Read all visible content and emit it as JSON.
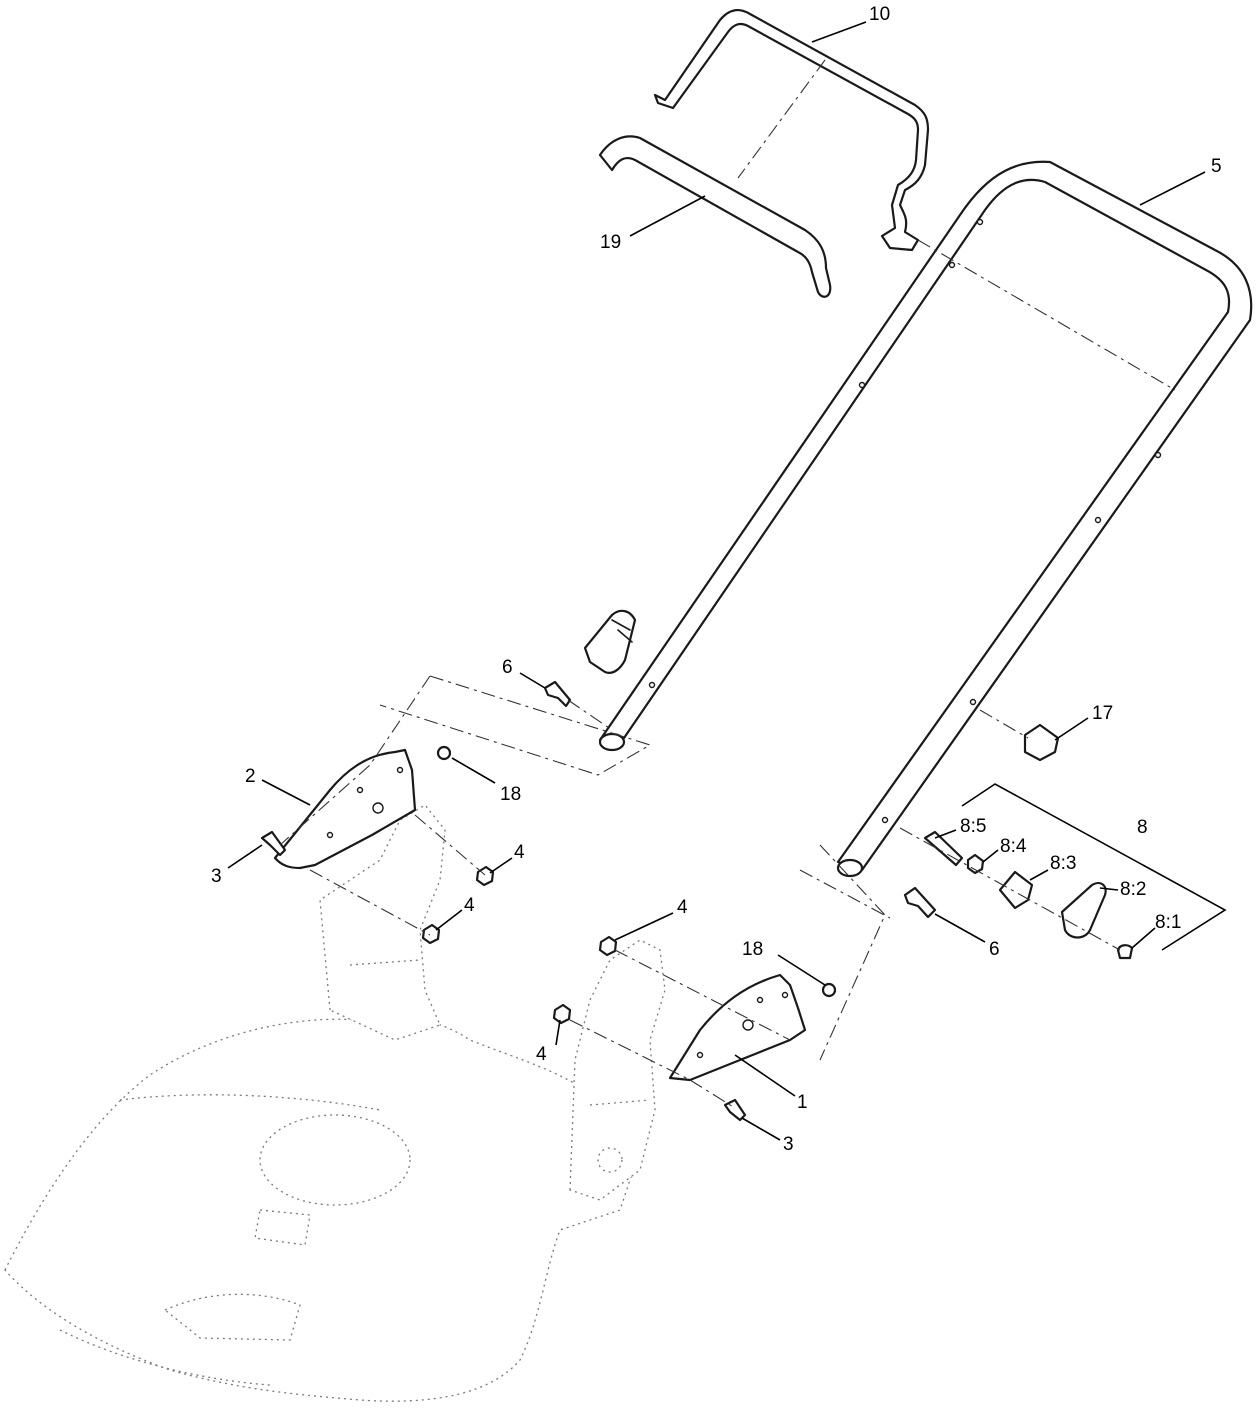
{
  "callouts": {
    "c10": "10",
    "c19": "19",
    "c5": "5",
    "c6_upper": "6",
    "c2": "2",
    "c18_upper": "18",
    "c3_left": "3",
    "c4_a": "4",
    "c4_b": "4",
    "c17": "17",
    "c8": "8",
    "c8_5": "8:5",
    "c8_4": "8:4",
    "c8_3": "8:3",
    "c8_2": "8:2",
    "c8_1": "8:1",
    "c6_lower": "6",
    "c4_c": "4",
    "c18_lower": "18",
    "c4_d": "4",
    "c1": "1",
    "c3_right": "3"
  },
  "parts": [
    "mower-deck",
    "left-handle-bracket",
    "right-handle-bracket",
    "handle-tube",
    "bail-bar",
    "handle-grip",
    "height-adjust-knob",
    "knob-assembly",
    "bolts",
    "nuts",
    "washers"
  ],
  "colors": {
    "line": "#1a1a1a",
    "ghost": "#7a7a7a",
    "background": "#ffffff"
  }
}
